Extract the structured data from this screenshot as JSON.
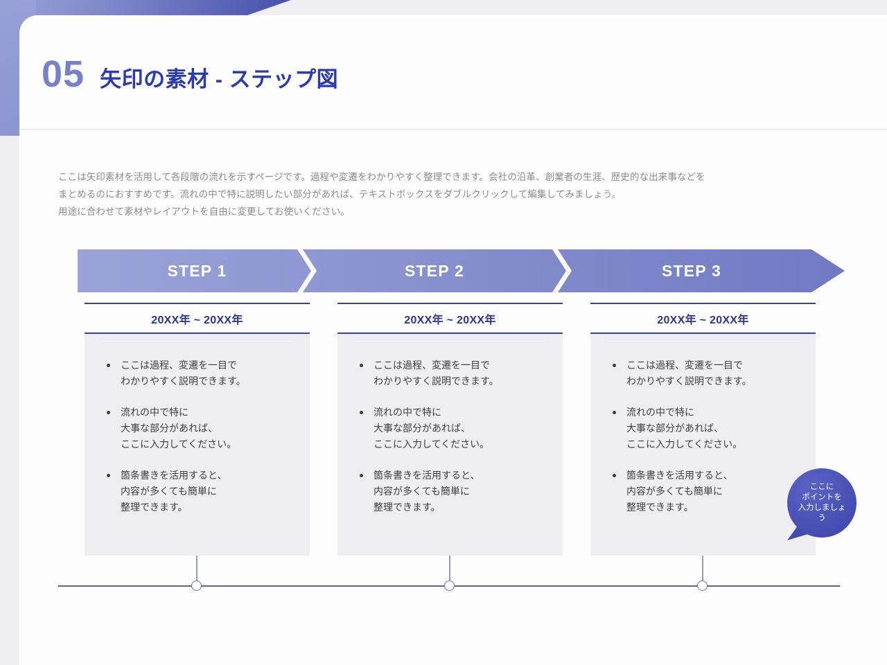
{
  "header": {
    "page_number": "05",
    "title": "矢印の素材 - ステップ図"
  },
  "intro": {
    "text": "ここは矢印素材を活用して各段階の流れを示すページです。過程や変遷をわかりやすく整理できます。会社の沿革、創業者の生涯、歴史的な出来事などを\nまとめるのにおすすめです。流れの中で特に説明したい部分があれば、テキストボックスをダブルクリックして編集してみましょう。\n用途に合わせて素材やレイアウトを自由に変更してお使いください。"
  },
  "steps": [
    {
      "label": "STEP 1",
      "date": "20XX年 ~ 20XX年",
      "bullets": [
        "ここは過程、変遷を一目で\nわかりやすく説明できます。",
        "流れの中で特に\n大事な部分があれば、\nここに入力してください。",
        "箇条書きを活用すると、\n内容が多くても簡単に\n整理できます。"
      ]
    },
    {
      "label": "STEP 2",
      "date": "20XX年 ~ 20XX年",
      "bullets": [
        "ここは過程、変遷を一目で\nわかりやすく説明できます。",
        "流れの中で特に\n大事な部分があれば、\nここに入力してください。",
        "箇条書きを活用すると、\n内容が多くても簡単に\n整理できます。"
      ]
    },
    {
      "label": "STEP 3",
      "date": "20XX年 ~ 20XX年",
      "bullets": [
        "ここは過程、変遷を一目で\nわかりやすく説明できます。",
        "流れの中で特に\n大事な部分があれば、\nここに入力してください。",
        "箇条書きを活用すると、\n内容が多くても簡単に\n整理できます。"
      ]
    }
  ],
  "callout": {
    "text": "ここに\nポイントを\n入力しましょ\nう"
  },
  "colors": {
    "page_number": "#7781c8",
    "title": "#2b3ab0",
    "arrow_start": "#9ba3d8",
    "arrow_end": "#6f7ac4",
    "date_rule": "#3b3f9c",
    "date_text": "#2d3492",
    "card_bg": "#eeeef0",
    "body_text": "#3b3b42",
    "intro_text": "#8b8b92",
    "timeline": "#5d62a8",
    "callout_bg": "#434aaf",
    "page_bg": "#efeef1",
    "sheet_bg": "#fdfdfe"
  }
}
